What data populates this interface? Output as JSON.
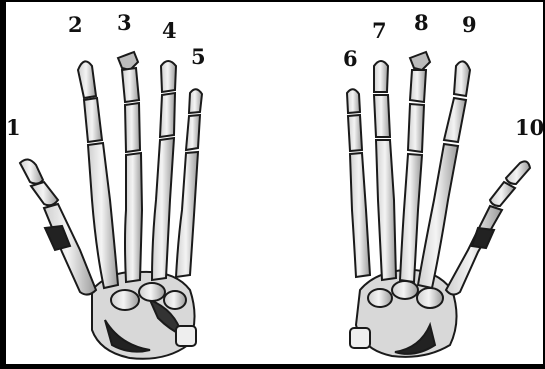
{
  "finger_labels": [
    "1",
    "2",
    "3",
    "4",
    "5",
    "6",
    "7",
    "8",
    "9",
    "10"
  ],
  "colors": {
    "bone_fill": "#e9e9e9",
    "bone_shade": "#222222",
    "ink": "#111111",
    "background": "#ffffff"
  }
}
